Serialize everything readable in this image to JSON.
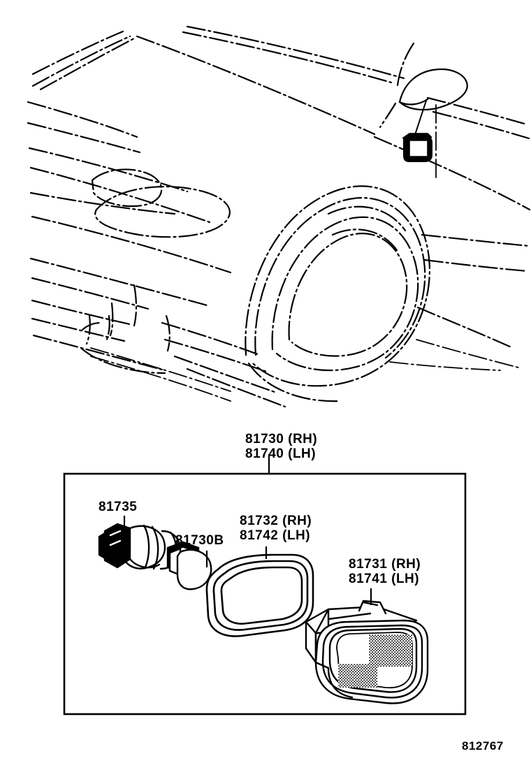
{
  "sheet": {
    "footer_code": "812767",
    "background": "#ffffff",
    "ink": "#000000"
  },
  "vehicle_illustration": {
    "description": "front three-quarter view of vehicle front fender, hood, headlamp, front wheel and door mirror drawn in phantom dash-dot lines",
    "callout": {
      "name": "side-marker-lamp-install-location",
      "style": "solid filled lamp body on front fender below door mirror"
    }
  },
  "parts_box": {
    "top_label": {
      "line1": "81730 (RH)",
      "line2": "81740 (LH)"
    },
    "parts": [
      {
        "id": "socket",
        "label": "81735",
        "name": "socket-and-wire-assembly"
      },
      {
        "id": "bulb",
        "label": "81730B",
        "name": "wedge-base-bulb"
      },
      {
        "id": "gasket",
        "label_line1": "81732 (RH)",
        "label_line2": "81742 (LH)",
        "name": "lamp-gasket"
      },
      {
        "id": "lens",
        "label_line1": "81731 (RH)",
        "label_line2": "81741 (LH)",
        "name": "lamp-lens-and-body"
      }
    ]
  }
}
